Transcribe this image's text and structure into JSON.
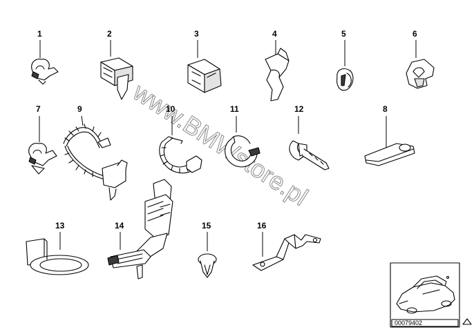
{
  "watermark": "www.BMWstore.pl",
  "part_labels": [
    "1",
    "2",
    "3",
    "4",
    "5",
    "6",
    "7",
    "9",
    "10",
    "11",
    "12",
    "8",
    "13",
    "14",
    "15",
    "16"
  ],
  "diagram_code": "00079402"
}
